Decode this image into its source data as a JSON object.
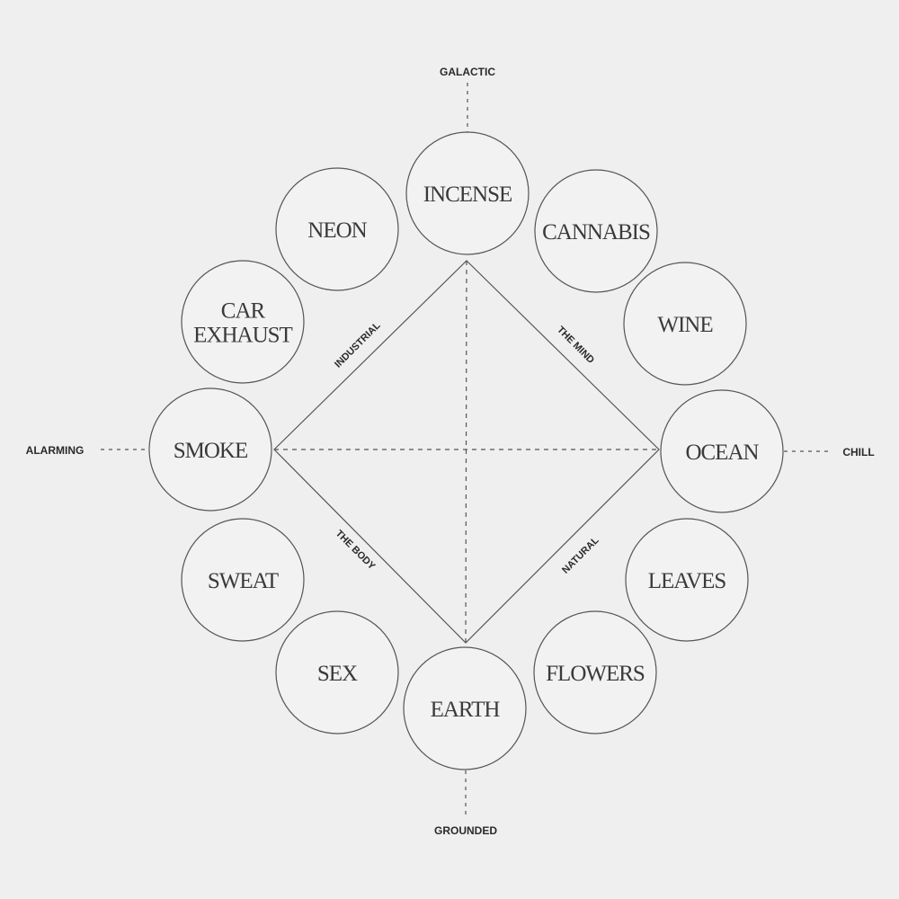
{
  "axes": {
    "top": "GALACTIC",
    "bottom": "GROUNDED",
    "left": "ALARMING",
    "right": "CHILL"
  },
  "edges": {
    "top_left": "INDUSTRIAL",
    "top_right": "THE MIND",
    "bottom_left": "THE BODY",
    "bottom_right": "NATURAL"
  },
  "scents": [
    {
      "lines": [
        "INCENSE"
      ]
    },
    {
      "lines": [
        "CANNABIS"
      ]
    },
    {
      "lines": [
        "WINE"
      ]
    },
    {
      "lines": [
        "OCEAN"
      ]
    },
    {
      "lines": [
        "LEAVES"
      ]
    },
    {
      "lines": [
        "FLOWERS"
      ]
    },
    {
      "lines": [
        "EARTH"
      ]
    },
    {
      "lines": [
        "SEX"
      ]
    },
    {
      "lines": [
        "SWEAT"
      ]
    },
    {
      "lines": [
        "SMOKE"
      ]
    },
    {
      "lines": [
        "CAR",
        "EXHAUST"
      ]
    },
    {
      "lines": [
        "NEON"
      ]
    }
  ]
}
